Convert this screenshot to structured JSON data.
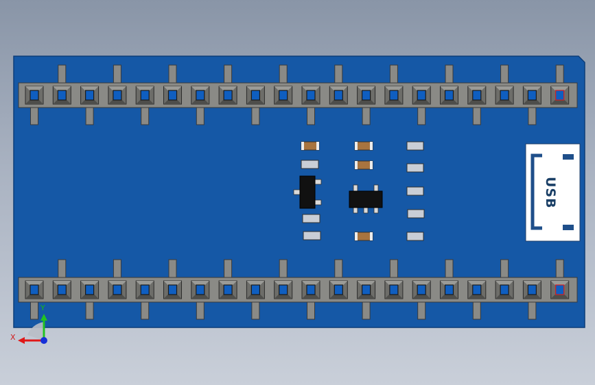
{
  "board": {
    "connector_label": "USB",
    "pins_per_row": 20,
    "colors": {
      "pcb": "#1558a6",
      "pcb_edge": "#0d3d78",
      "header": "#8a8a86",
      "pad": "#0f5ec0",
      "pin1_marker": "#d52020",
      "capacitor": "#a8743f",
      "resistor": "#c9ced6",
      "ic": "#111111"
    }
  },
  "axes": {
    "x_label": "X",
    "y_label": "Y",
    "colors": {
      "x": "#e01818",
      "y": "#22c322",
      "z": "#1630d8"
    }
  }
}
